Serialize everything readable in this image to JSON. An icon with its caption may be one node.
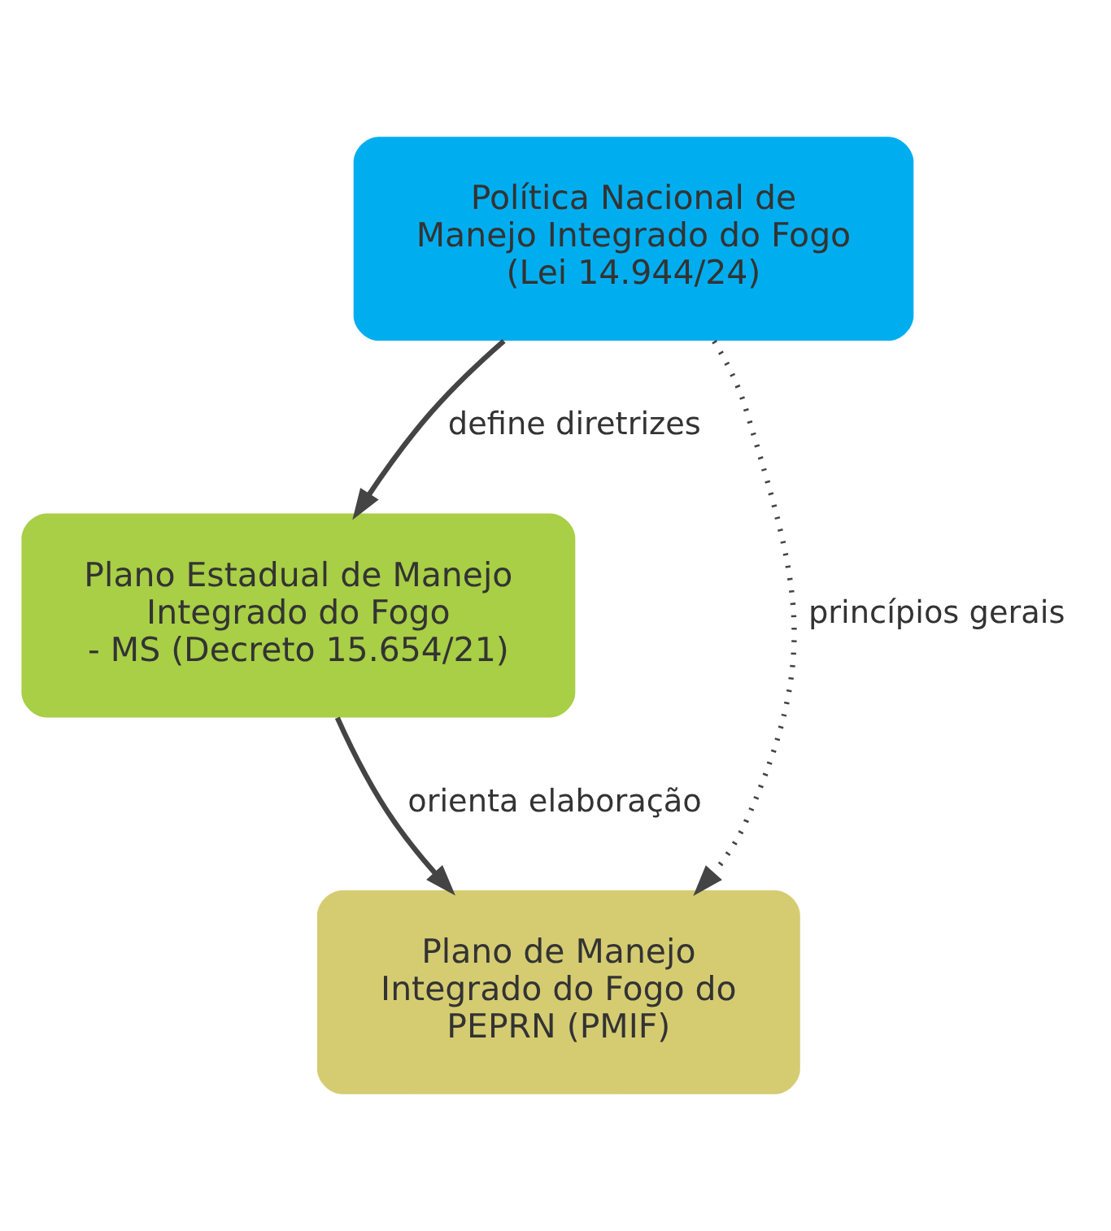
{
  "diagram": {
    "nodes": [
      {
        "text": [
          "Política Nacional de Manejo Integrado do Fogo (Lei 14.944/24)"
        ]
      },
      {
        "text": [
          "Plano Estadual de Manejo Integrado do Fogo - MS (Decreto 15.654/21)"
        ]
      },
      {
        "text": [
          "Plano de Manejo Integrado do Fogo do PEPRN (PMIF)"
        ]
      }
    ],
    "edges": [
      {
        "from": 0,
        "to": 1,
        "arrow": "to",
        "label": "define diretrizes"
      },
      {
        "from": 1,
        "to": 2,
        "arrow": "to",
        "label": "orienta elaboração"
      },
      {
        "from": 0,
        "to": 2,
        "arrow": "to",
        "label": "princípios gerais",
        "style": "dashed"
      }
    ]
  }
}
